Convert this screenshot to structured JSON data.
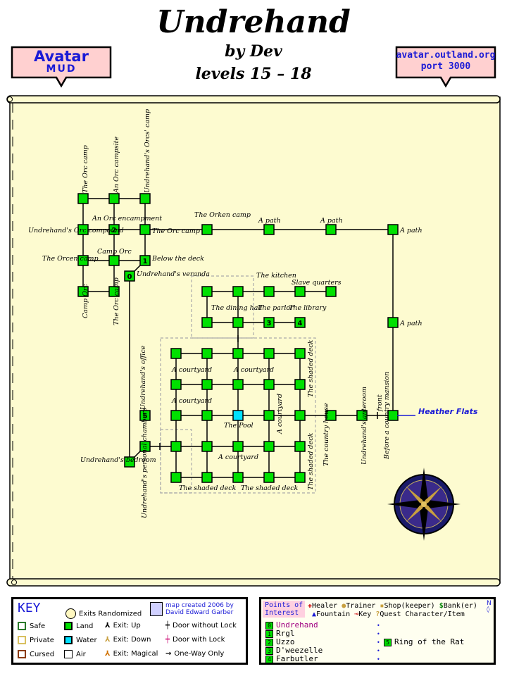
{
  "header": {
    "title": "Undrehand",
    "author": "by Dev",
    "levels": "levels 15 – 18"
  },
  "badges": {
    "left_line1": "Avatar",
    "left_line2": "MUD",
    "right_line1": "avatar.outland.org",
    "right_line2": "port 3000"
  },
  "map": {
    "labels": {
      "orc_camp_top": "The Orc camp",
      "orc_campsite": "An Orc campsite",
      "orcs_camp": "Undrehand's Orcs' camp",
      "orc_compound": "Undrehand's Orc compound",
      "orc_encampment": "An Orc encampment",
      "orc_camp_right": "The Orc camp",
      "orken_camp": "The Orken camp",
      "path1": "A path",
      "path2": "A path",
      "path3": "A path",
      "path4": "A path",
      "orcen_camp": "The Orcen camp",
      "camp_orc": "Camp Orc",
      "below_deck": "Below the deck",
      "veranda": "Undrehand's veranda",
      "camp_orc_bottom": "Camp Orc",
      "orc_camp_bottom": "The Orc camp",
      "kitchen": "The kitchen",
      "slave_quarters": "Slave quarters",
      "dining_hall": "The dining hall",
      "parlor": "The parlor",
      "library": "The library",
      "courtyard1": "A courtyard",
      "courtyard2": "A courtyard",
      "courtyard3": "A courtyard",
      "courtyard4": "A courtyard",
      "courtyard5": "A courtyard",
      "office": "Undrehand's office",
      "pool": "The Pool",
      "shaded_deck_v1": "The shaded deck",
      "shaded_deck_v2": "The shaded deck",
      "shaded_deck_h1": "The shaded deck",
      "shaded_deck_h2": "The shaded deck",
      "country_house": "The country house",
      "anteroom": "Undrehand's anteroom",
      "front": "front",
      "before_mansion": "Before a country mansion",
      "heather_flats": "Heather Flats",
      "bedroom": "Undrehand's bedroom",
      "personal_chambers": "Undrehand's personal chambers"
    },
    "poi_markers": [
      "0",
      "1",
      "2",
      "3",
      "4",
      "5"
    ]
  },
  "key": {
    "title": "KEY",
    "exits_randomized": "Exits Randomized",
    "credit_line1": "map created 2006 by",
    "credit_line2": "David Edward Garber",
    "safe": "Safe",
    "private": "Private",
    "cursed": "Cursed",
    "land": "Land",
    "water": "Water",
    "air": "Air",
    "exit_up": "Exit: Up",
    "exit_down": "Exit: Down",
    "exit_magical": "Exit: Magical",
    "door_without_lock": "Door without Lock",
    "door_with_lock": "Door with Lock",
    "one_way": "One-Way Only"
  },
  "poi": {
    "title_line1": "Points of",
    "title_line2": "Interest",
    "healer": "Healer",
    "trainer": "Trainer",
    "shop": "Shop(keeper)",
    "bank": "Bank(er)",
    "fountain": "Fountain",
    "key": "Key",
    "quest": "Quest Character/Item",
    "items": [
      {
        "num": "0",
        "name": "Undrehand"
      },
      {
        "num": "1",
        "name": "Rrgl"
      },
      {
        "num": "2",
        "name": "Uzzo"
      },
      {
        "num": "3",
        "name": "D'weezelle"
      },
      {
        "num": "4",
        "name": "Farbutler"
      },
      {
        "num": "5",
        "name": "Ring of the Rat"
      }
    ]
  },
  "colors": {
    "parchment": "#fdfbd0",
    "land": "#00e000",
    "water": "#00e0ff",
    "badge_fill": "#ffd0d0",
    "accent_blue": "#1a1ad6"
  }
}
